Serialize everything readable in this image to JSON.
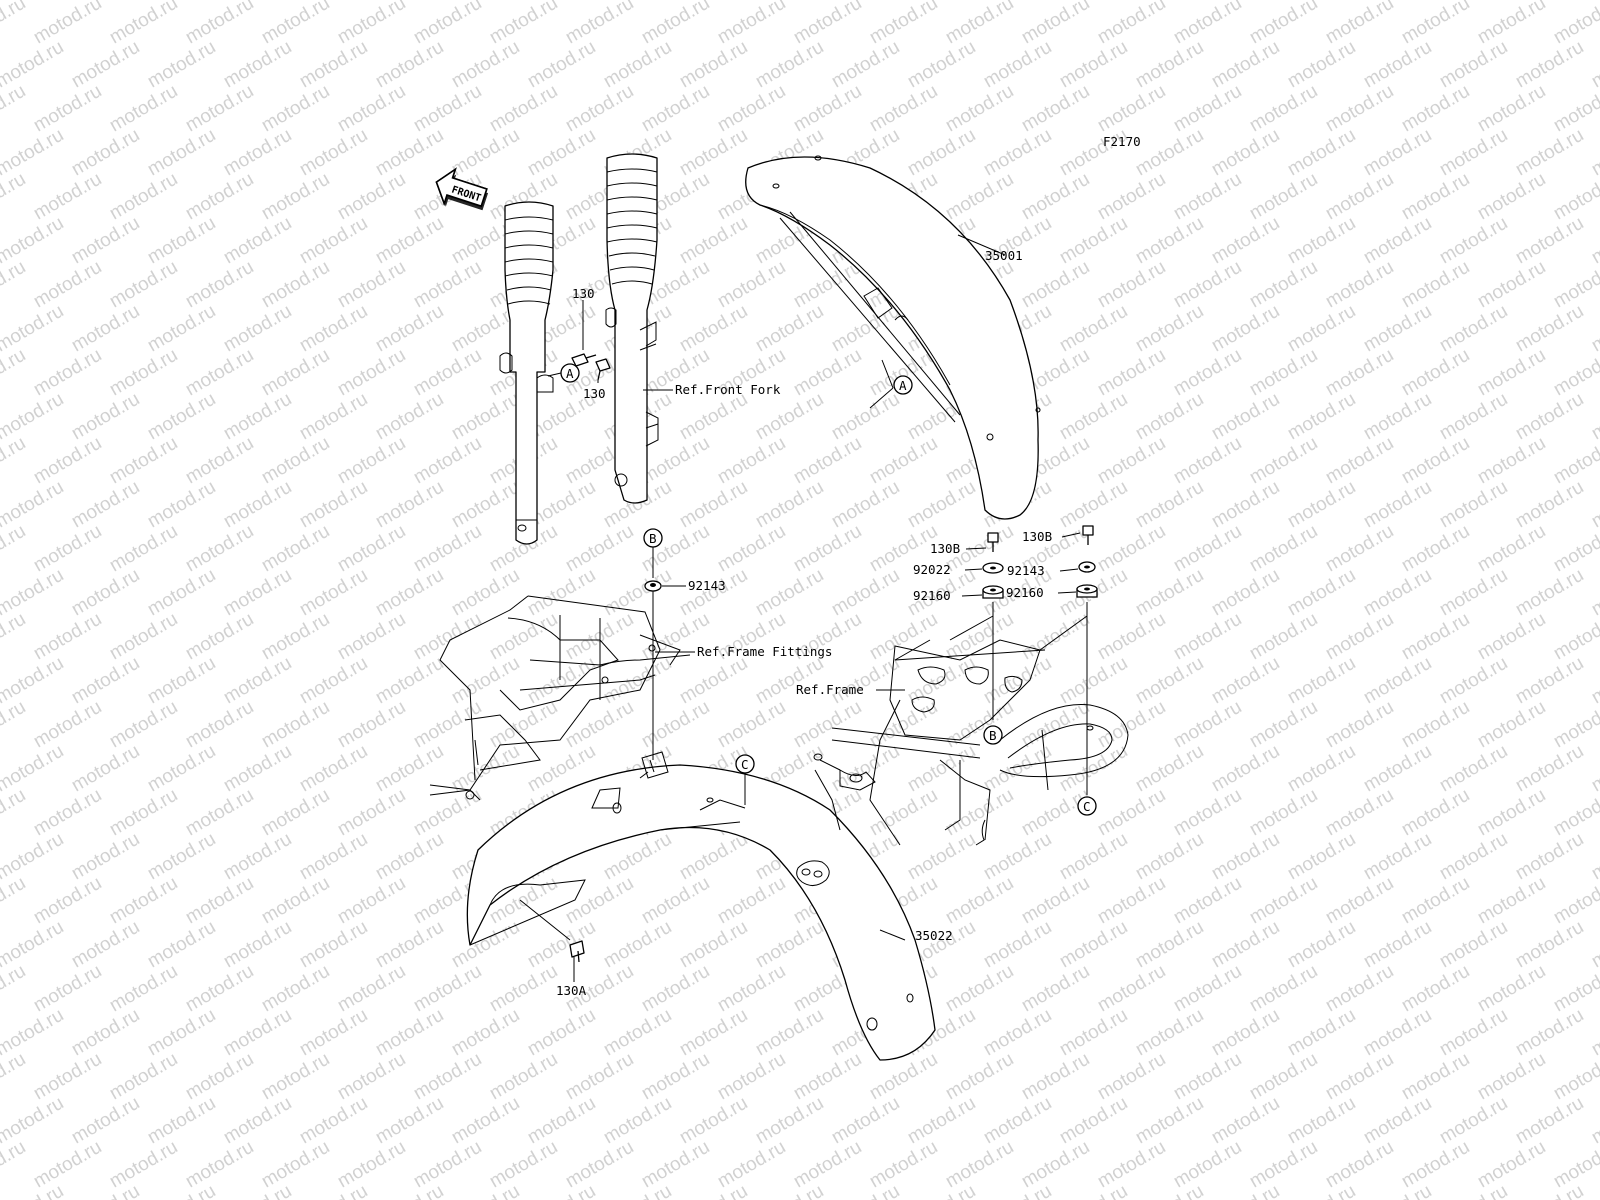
{
  "diagram_code": "F2170",
  "watermark_text": "motod.ru",
  "front_arrow_text": "FRONT",
  "callouts": {
    "a": "A",
    "b": "B",
    "c": "C"
  },
  "part_labels": {
    "front_fender": "35001",
    "rear_fender": "35022",
    "bolt_130_upper": "130",
    "bolt_130_lower": "130",
    "bolt_130a": "130A",
    "bolt_130b_left": "130B",
    "bolt_130b_right": "130B",
    "washer_92022": "92022",
    "grommet_92143_left": "92143",
    "grommet_92143_right": "92143",
    "damper_92160_left": "92160",
    "damper_92160_right": "92160"
  },
  "reference_labels": {
    "front_fork": "Ref.Front Fork",
    "frame_fittings": "Ref.Frame Fittings",
    "frame": "Ref.Frame"
  }
}
